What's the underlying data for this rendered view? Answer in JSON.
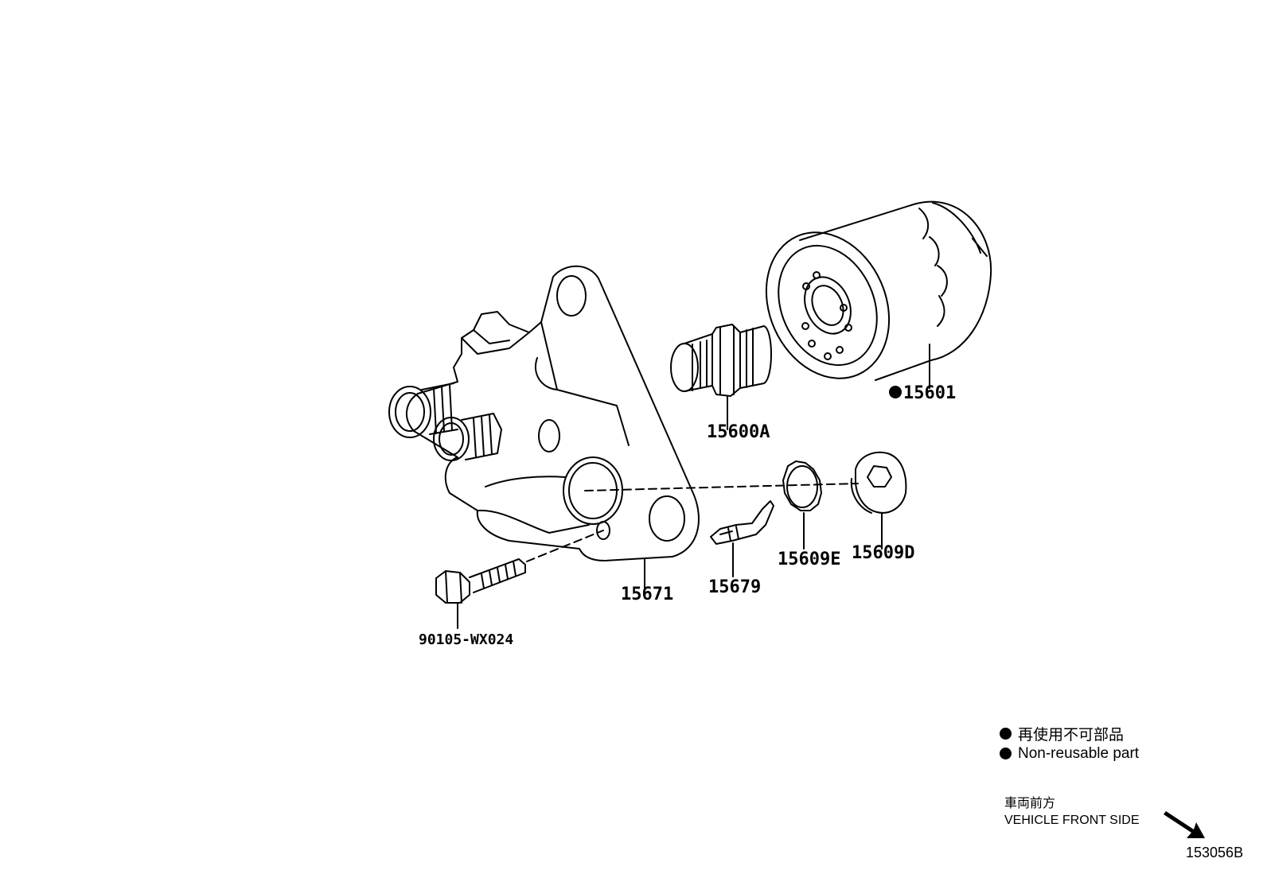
{
  "parts": {
    "filter": "15601",
    "union": "15600A",
    "bracket": "15671",
    "clip": "15679",
    "gasket": "15609E",
    "plug": "15609D",
    "bolt": "90105-WX024"
  },
  "legend": {
    "jp": "再使用不可部品",
    "en": "Non-reusable part"
  },
  "front": {
    "jp": "車両前方",
    "en": "VEHICLE FRONT SIDE"
  },
  "diagram_id": "153056B",
  "icons": {
    "non_reusable": "filled-circle",
    "front_direction": "arrow-down-right"
  }
}
